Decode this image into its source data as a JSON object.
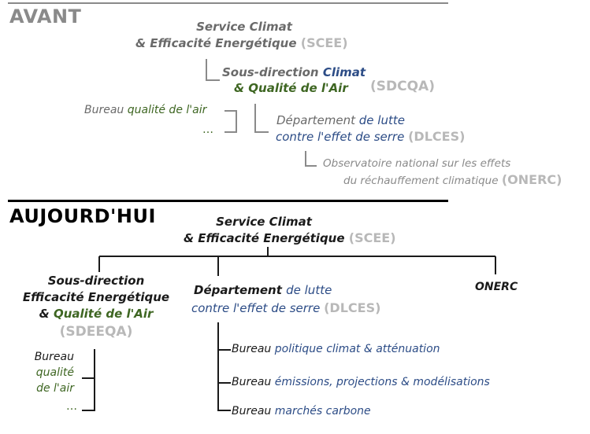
{
  "avant": {
    "title": "AVANT",
    "scee": {
      "line1": "Service Climat",
      "line2": "& Efficacité Energétique",
      "abbr": "(SCEE)"
    },
    "sdcqa": {
      "line1_prefix": "Sous-direction",
      "line1_colored": "Climat",
      "line2": "& Qualité de l'Air",
      "abbr": "(SDCQA)"
    },
    "bureau_air": {
      "prefix": "Bureau",
      "colored": "qualité de l'air"
    },
    "ellipsis": "…",
    "dlces": {
      "line1_prefix": "Département",
      "line1_colored": "de lutte",
      "line2": "contre l'effet de serre",
      "abbr": "(DLCES)"
    },
    "onerc": {
      "line1": "Observatoire national sur les effets",
      "line2": "du réchauffement climatique",
      "abbr": "(ONERC)"
    }
  },
  "aujourdhui": {
    "title": "AUJOURD'HUI",
    "scee": {
      "line1": "Service Climat",
      "line2": "& Efficacité Energétique",
      "abbr": "(SCEE)"
    },
    "sdeeqa": {
      "line1": "Sous-direction",
      "line2": "Efficacité Energétique",
      "line3_prefix": "&",
      "line3_colored": "Qualité de l'Air",
      "abbr": "(SDEEQA)"
    },
    "bureau_air": {
      "line1": "Bureau",
      "line2": "qualité",
      "line3": "de l'air"
    },
    "ellipsis": "…",
    "dlces": {
      "line1_prefix": "Département",
      "line1_colored": "de lutte",
      "line2": "contre l'effet de serre",
      "abbr": "(DLCES)"
    },
    "onerc": {
      "label": "ONERC"
    },
    "bureaux": [
      {
        "prefix": "Bureau",
        "colored": "politique climat & atténuation"
      },
      {
        "prefix": "Bureau",
        "colored": "émissions, projections & modélisations"
      },
      {
        "prefix": "Bureau",
        "colored": "marchés carbone"
      }
    ]
  },
  "colors": {
    "blue": "#2c4c86",
    "green": "#3e6622",
    "gray": "#b8b8b8",
    "line": "#1a1a1a",
    "line_avant": "#8a8a8a"
  }
}
